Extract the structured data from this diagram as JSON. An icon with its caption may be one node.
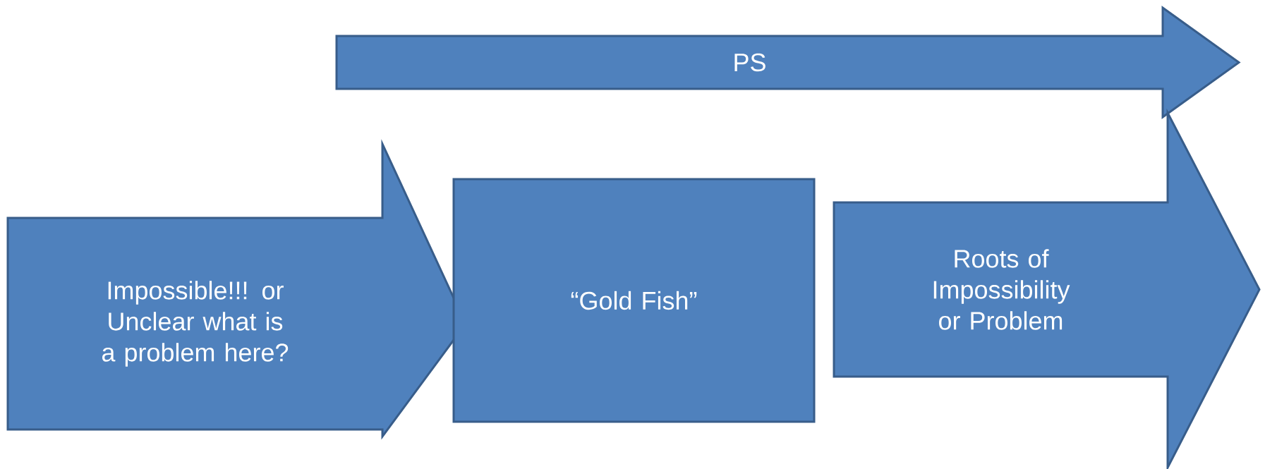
{
  "diagram": {
    "nodes": [
      {
        "text": [
          "PS"
        ]
      },
      {
        "text": [
          "Impossible!!! or Unclear what is a problem here?"
        ]
      },
      {
        "text": [
          "“Gold Fish”"
        ]
      },
      {
        "text": [
          "Roots of Impossibility or Problem"
        ]
      }
    ]
  }
}
